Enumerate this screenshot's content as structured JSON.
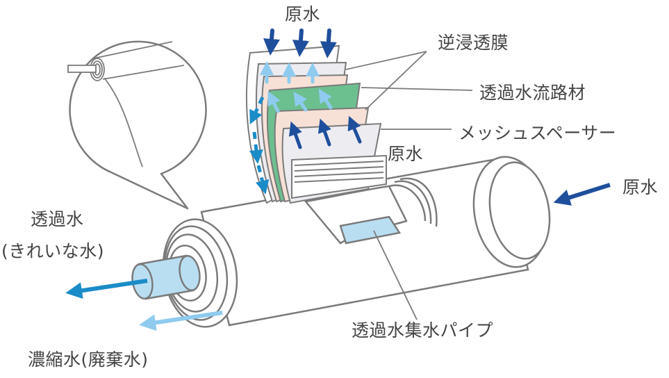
{
  "labels": {
    "raw_water_top": "原水",
    "ro_membrane": "逆浸透膜",
    "permeate_channel": "透過水流路材",
    "mesh_spacer": "メッシュスペーサー",
    "raw_water_middle": "原水",
    "raw_water_right": "原水",
    "permeate_line1": "透過水",
    "permeate_line2": "(きれいな水)",
    "permeate_pipe": "透過水集水パイプ",
    "concentrate": "濃縮水(廃棄水)"
  },
  "colors": {
    "raw_arrow": "#1f4f9c",
    "permeate_arrow": "#1a8cc8",
    "light_arrow": "#8ecbee",
    "permeate_sheet": "#6cbf8f",
    "membrane_sheet": "#f7e1d6",
    "spacer_sheet": "#ececf1",
    "pipe_fill": "#b9def2",
    "outline": "#7a7a7a"
  }
}
